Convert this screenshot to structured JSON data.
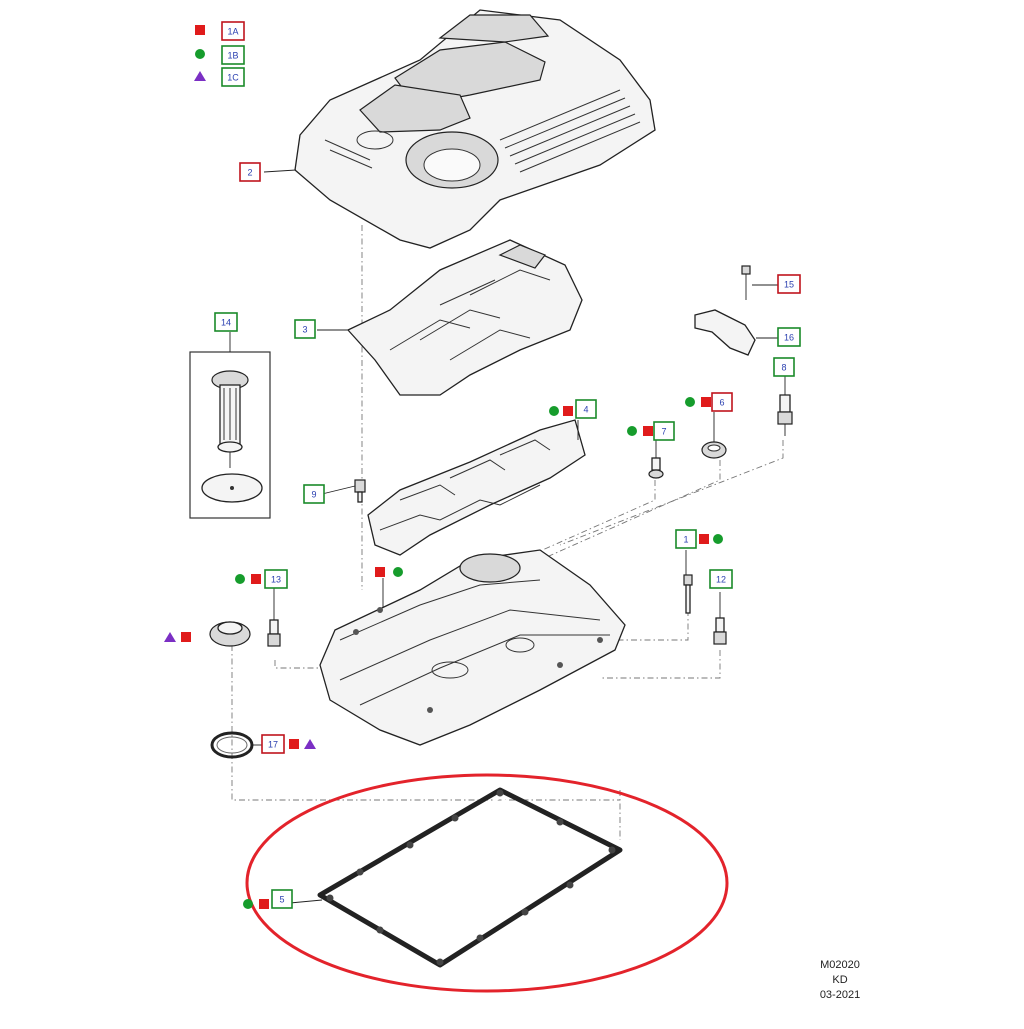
{
  "diagram": {
    "legend": [
      {
        "id": "1A",
        "symbol": "square",
        "color": "#e01b1b",
        "border": "#c0141d"
      },
      {
        "id": "1B",
        "symbol": "circle",
        "color": "#169c2c",
        "border": "#1a8a2a"
      },
      {
        "id": "1C",
        "symbol": "triangle",
        "color": "#7b2fc4",
        "border": "#1a8a2a"
      }
    ],
    "callouts": [
      {
        "id": "2",
        "border": "#c0141d"
      },
      {
        "id": "3",
        "border": "#1a8a2a"
      },
      {
        "id": "14",
        "border": "#1a8a2a"
      },
      {
        "id": "15",
        "border": "#c0141d"
      },
      {
        "id": "16",
        "border": "#1a8a2a"
      },
      {
        "id": "8",
        "border": "#1a8a2a"
      },
      {
        "id": "4",
        "border": "#1a8a2a"
      },
      {
        "id": "6",
        "border": "#c0141d"
      },
      {
        "id": "7",
        "border": "#1a8a2a"
      },
      {
        "id": "9",
        "border": "#1a8a2a"
      },
      {
        "id": "1",
        "border": "#1a8a2a"
      },
      {
        "id": "13",
        "border": "#1a8a2a"
      },
      {
        "id": "12",
        "border": "#1a8a2a"
      },
      {
        "id": "17",
        "border": "#c0141d"
      },
      {
        "id": "5",
        "border": "#1a8a2a",
        "filled": "#1a9a2a"
      }
    ],
    "reference": {
      "code": "M02020",
      "variant": "KD",
      "date": "03-2021"
    },
    "highlight_color": "#e3232b",
    "symbol_colors": {
      "square": "#e01b1b",
      "circle": "#169c2c",
      "triangle": "#7b2fc4"
    }
  }
}
